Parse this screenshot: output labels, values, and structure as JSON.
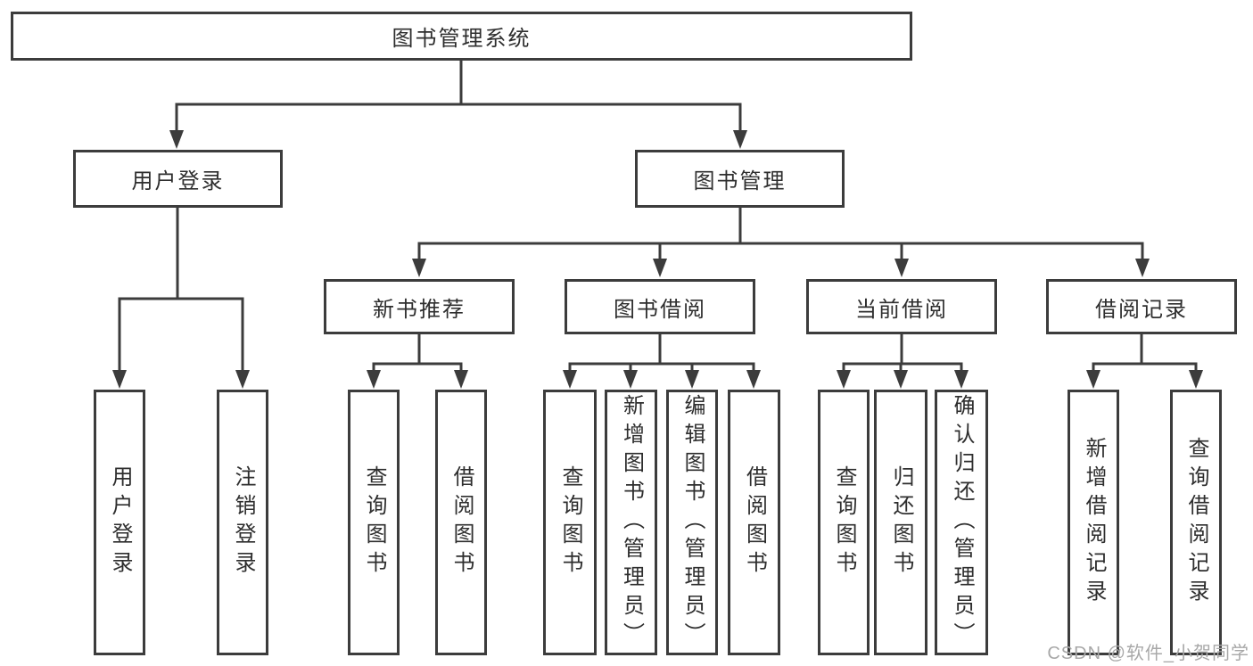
{
  "diagram": {
    "title": "图书管理系统",
    "tree": {
      "root": {
        "label": "图书管理系统",
        "children": [
          {
            "label": "用户登录",
            "children": [
              {
                "label": "用户登录"
              },
              {
                "label": "注销登录"
              }
            ]
          },
          {
            "label": "图书管理",
            "children": [
              {
                "label": "新书推荐",
                "children": [
                  {
                    "label": "查询图书"
                  },
                  {
                    "label": "借阅图书"
                  }
                ]
              },
              {
                "label": "图书借阅",
                "children": [
                  {
                    "label": "查询图书"
                  },
                  {
                    "label": "新增图书（管理员）"
                  },
                  {
                    "label": "编辑图书（管理员）"
                  },
                  {
                    "label": "借阅图书"
                  }
                ]
              },
              {
                "label": "当前借阅",
                "children": [
                  {
                    "label": "查询图书"
                  },
                  {
                    "label": "归还图书"
                  },
                  {
                    "label": "确认归还（管理员）"
                  }
                ]
              },
              {
                "label": "借阅记录",
                "children": [
                  {
                    "label": "新增借阅记录"
                  },
                  {
                    "label": "查询借阅记录"
                  }
                ]
              }
            ]
          }
        ]
      }
    },
    "colors": {
      "line": "#3c3c3c",
      "box_border": "#3c3c3c",
      "text": "#2e2e2e",
      "background": "#ffffff",
      "watermark": "#a8a8a8"
    }
  },
  "watermark": {
    "text": "CSDN @软件_小贺同学"
  }
}
